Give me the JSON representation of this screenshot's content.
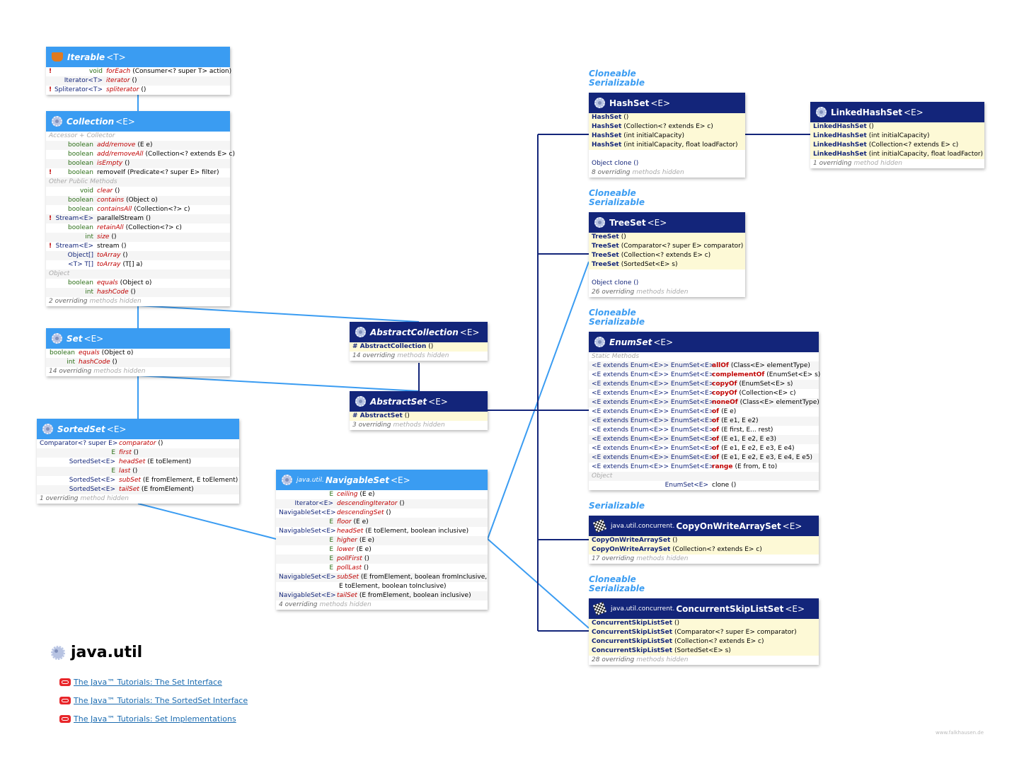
{
  "package": {
    "title": "java.util"
  },
  "credit": "www.falkhausen.de",
  "links": [
    "The Java™ Tutorials: The Set Interface",
    "The Java™ Tutorials: The SortedSet Interface",
    "The Java™ Tutorials: Set Implementations"
  ],
  "notes": {
    "hashset": [
      "Cloneable",
      "Serializable"
    ],
    "treeset": [
      "Cloneable",
      "Serializable"
    ],
    "enumset": [
      "Cloneable",
      "Serializable"
    ],
    "cow": [
      "Serializable"
    ],
    "csl": [
      "Cloneable",
      "Serializable"
    ]
  },
  "boxes": {
    "iterable": {
      "name": "Iterable",
      "tp": "<T>",
      "rows": [
        {
          "bang": "!",
          "type": "void",
          "name": "forEach",
          "args": "(Consumer<? super T> action)"
        },
        {
          "bang": "",
          "type": "Iterator<T>",
          "name": "iterator",
          "args": "()"
        },
        {
          "bang": "!",
          "type": "Spliterator<T>",
          "name": "spliterator",
          "args": "()"
        }
      ]
    },
    "collection": {
      "name": "Collection",
      "tp": "<E>",
      "rows": [
        {
          "section": "Accessor + Collector"
        },
        {
          "bang": "",
          "type": "boolean",
          "name": "add/remove",
          "args": "(E e)"
        },
        {
          "bang": "",
          "type": "boolean",
          "name": "add/removeAll",
          "args": "(Collection<? extends E> c)"
        },
        {
          "bang": "",
          "type": "boolean",
          "name": "isEmpty",
          "args": "()"
        },
        {
          "bang": "!",
          "type": "boolean",
          "name": "removeIf",
          "args": "(Predicate<? super E> filter)",
          "conc": true
        },
        {
          "section": "Other Public Methods"
        },
        {
          "bang": "",
          "type": "void",
          "name": "clear",
          "args": "()"
        },
        {
          "bang": "",
          "type": "boolean",
          "name": "contains",
          "args": "(Object o)"
        },
        {
          "bang": "",
          "type": "boolean",
          "name": "containsAll",
          "args": "(Collection<?> c)"
        },
        {
          "bang": "!",
          "type": "Stream<E>",
          "name": "parallelStream",
          "args": "()",
          "conc": true
        },
        {
          "bang": "",
          "type": "boolean",
          "name": "retainAll",
          "args": "(Collection<?> c)"
        },
        {
          "bang": "",
          "type": "int",
          "name": "size",
          "args": "()"
        },
        {
          "bang": "!",
          "type": "Stream<E>",
          "name": "stream",
          "args": "()",
          "conc": true
        },
        {
          "bang": "",
          "type": "Object[]",
          "name": "toArray",
          "args": "()"
        },
        {
          "bang": "",
          "type": "<T> T[]",
          "name": "toArray",
          "args": "(T[] a)"
        },
        {
          "section": "Object"
        },
        {
          "bang": "",
          "type": "boolean",
          "name": "equals",
          "args": "(Object o)"
        },
        {
          "bang": "",
          "type": "int",
          "name": "hashCode",
          "args": "()"
        },
        {
          "foot": "2 overriding",
          "dim": "methods hidden"
        }
      ]
    },
    "set": {
      "name": "Set",
      "tp": "<E>",
      "rows": [
        {
          "type": "boolean",
          "name": "equals",
          "args": "(Object o)"
        },
        {
          "type": "int",
          "name": "hashCode",
          "args": "()"
        },
        {
          "foot": "14 overriding",
          "dim": "methods hidden"
        }
      ]
    },
    "sortedset": {
      "name": "SortedSet",
      "tp": "<E>",
      "rows": [
        {
          "type": "Comparator<? super E>",
          "name": "comparator",
          "args": "()"
        },
        {
          "type": "E",
          "name": "first",
          "args": "()"
        },
        {
          "type": "SortedSet<E>",
          "name": "headSet",
          "args": "(E toElement)"
        },
        {
          "type": "E",
          "name": "last",
          "args": "()"
        },
        {
          "type": "SortedSet<E>",
          "name": "subSet",
          "args": "(E fromElement, E toElement)"
        },
        {
          "type": "SortedSet<E>",
          "name": "tailSet",
          "args": "(E fromElement)"
        },
        {
          "foot": "1 overriding",
          "dim": "method hidden"
        }
      ]
    },
    "navigable": {
      "pre": "java.util.",
      "name": "NavigableSet",
      "tp": "<E>",
      "rows": [
        {
          "type": "E",
          "name": "ceiling",
          "args": "(E e)"
        },
        {
          "type": "Iterator<E>",
          "name": "descendingIterator",
          "args": "()"
        },
        {
          "type": "NavigableSet<E>",
          "name": "descendingSet",
          "args": "()"
        },
        {
          "type": "E",
          "name": "floor",
          "args": "(E e)"
        },
        {
          "type": "NavigableSet<E>",
          "name": "headSet",
          "args": "(E toElement, boolean inclusive)"
        },
        {
          "type": "E",
          "name": "higher",
          "args": "(E e)"
        },
        {
          "type": "E",
          "name": "lower",
          "args": "(E e)"
        },
        {
          "type": "E",
          "name": "pollFirst",
          "args": "()"
        },
        {
          "type": "E",
          "name": "pollLast",
          "args": "()"
        },
        {
          "type": "NavigableSet<E>",
          "name": "subSet",
          "args": "(E fromElement, boolean fromInclusive,"
        },
        {
          "type": "",
          "name": "",
          "args": "E toElement, boolean toInclusive)"
        },
        {
          "type": "NavigableSet<E>",
          "name": "tailSet",
          "args": "(E fromElement, boolean inclusive)"
        },
        {
          "foot": "4 overriding",
          "dim": "methods hidden"
        }
      ]
    },
    "abstractcollection": {
      "name": "AbstractCollection",
      "tp": "<E>",
      "rows": [
        {
          "ctor": "# AbstractCollection",
          "args": "()"
        },
        {
          "foot": "14 overriding",
          "dim": "methods hidden"
        }
      ]
    },
    "abstractset": {
      "name": "AbstractSet",
      "tp": "<E>",
      "rows": [
        {
          "ctor": "# AbstractSet",
          "args": "()"
        },
        {
          "foot": "3 overriding",
          "dim": "methods hidden"
        }
      ]
    },
    "hashset": {
      "name": "HashSet",
      "tp": "<E>",
      "rows": [
        {
          "ctor": "HashSet",
          "args": "()"
        },
        {
          "ctor": "HashSet",
          "args": "(Collection<? extends E> c)"
        },
        {
          "ctor": "HashSet",
          "args": "(int initialCapacity)"
        },
        {
          "ctor": "HashSet",
          "args": "(int initialCapacity, float loadFactor)"
        },
        {
          "blank": true
        },
        {
          "plain": "Object  clone ()"
        },
        {
          "foot": "8 overriding",
          "dim": "methods hidden"
        }
      ]
    },
    "linkedhashset": {
      "name": "LinkedHashSet",
      "tp": "<E>",
      "rows": [
        {
          "ctor": "LinkedHashSet",
          "args": "()"
        },
        {
          "ctor": "LinkedHashSet",
          "args": "(int initialCapacity)"
        },
        {
          "ctor": "LinkedHashSet",
          "args": "(Collection<? extends E> c)"
        },
        {
          "ctor": "LinkedHashSet",
          "args": "(int initialCapacity, float loadFactor)"
        },
        {
          "foot": "1 overriding",
          "dim": "method hidden"
        }
      ]
    },
    "treeset": {
      "name": "TreeSet",
      "tp": "<E>",
      "rows": [
        {
          "ctor": "TreeSet",
          "args": "()"
        },
        {
          "ctor": "TreeSet",
          "args": "(Comparator<? super E> comparator)"
        },
        {
          "ctor": "TreeSet",
          "args": "(Collection<? extends E> c)"
        },
        {
          "ctor": "TreeSet",
          "args": "(SortedSet<E> s)"
        },
        {
          "blank": true
        },
        {
          "plain": "Object  clone ()"
        },
        {
          "foot": "26 overriding",
          "dim": "methods hidden"
        }
      ]
    },
    "enumset": {
      "name": "EnumSet",
      "tp": "<E>",
      "rows": [
        {
          "section": "Static Methods"
        },
        {
          "type": "<E extends Enum<E>> EnumSet<E>",
          "name": "allOf",
          "args": "(Class<E> elementType)"
        },
        {
          "type": "<E extends Enum<E>> EnumSet<E>",
          "name": "complementOf",
          "args": "(EnumSet<E> s)"
        },
        {
          "type": "<E extends Enum<E>> EnumSet<E>",
          "name": "copyOf",
          "args": "(EnumSet<E> s)"
        },
        {
          "type": "<E extends Enum<E>> EnumSet<E>",
          "name": "copyOf",
          "args": "(Collection<E> c)"
        },
        {
          "type": "<E extends Enum<E>> EnumSet<E>",
          "name": "noneOf",
          "args": "(Class<E> elementType)"
        },
        {
          "type": "<E extends Enum<E>> EnumSet<E>",
          "name": "of",
          "args": "(E e)"
        },
        {
          "type": "<E extends Enum<E>> EnumSet<E>",
          "name": "of",
          "args": "(E e1, E e2)"
        },
        {
          "type": "<E extends Enum<E>> EnumSet<E>",
          "name": "of",
          "args": "(E first, E... rest)"
        },
        {
          "type": "<E extends Enum<E>> EnumSet<E>",
          "name": "of",
          "args": "(E e1, E e2, E e3)"
        },
        {
          "type": "<E extends Enum<E>> EnumSet<E>",
          "name": "of",
          "args": "(E e1, E e2, E e3, E e4)"
        },
        {
          "type": "<E extends Enum<E>> EnumSet<E>",
          "name": "of",
          "args": "(E e1, E e2, E e3, E e4, E e5)"
        },
        {
          "type": "<E extends Enum<E>> EnumSet<E>",
          "name": "range",
          "args": "(E from, E to)"
        },
        {
          "section": "Object"
        },
        {
          "type": "EnumSet<E>",
          "name": "clone",
          "args": "()",
          "plainname": true
        }
      ]
    },
    "cow": {
      "pre": "java.util.concurrent.",
      "name": "CopyOnWriteArraySet",
      "tp": "<E>",
      "rows": [
        {
          "ctor": "CopyOnWriteArraySet",
          "args": "()"
        },
        {
          "ctor": "CopyOnWriteArraySet",
          "args": "(Collection<? extends E> c)"
        },
        {
          "foot": "17 overriding",
          "dim": "methods hidden"
        }
      ]
    },
    "csl": {
      "pre": "java.util.concurrent.",
      "name": "ConcurrentSkipListSet",
      "tp": "<E>",
      "rows": [
        {
          "ctor": "ConcurrentSkipListSet",
          "args": "()"
        },
        {
          "ctor": "ConcurrentSkipListSet",
          "args": "(Comparator<? super E> comparator)"
        },
        {
          "ctor": "ConcurrentSkipListSet",
          "args": "(Collection<? extends E> c)"
        },
        {
          "ctor": "ConcurrentSkipListSet",
          "args": "(SortedSet<E> s)"
        },
        {
          "foot": "28 overriding",
          "dim": "methods hidden"
        }
      ]
    }
  }
}
